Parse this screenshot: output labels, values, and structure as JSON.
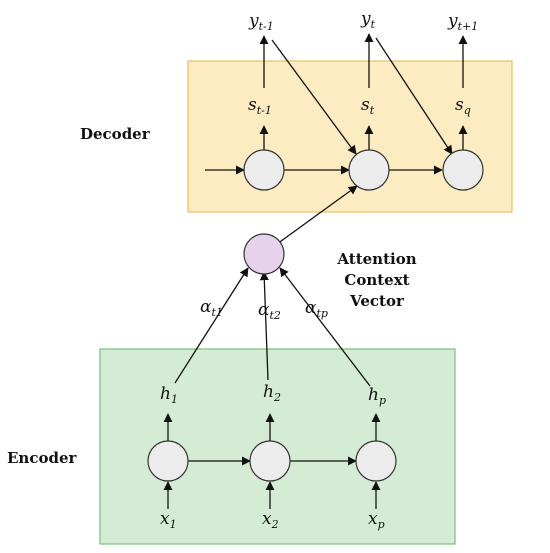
{
  "decoder": {
    "label": "Decoder",
    "fill": "#fdecc2",
    "stroke": "#e8c061",
    "outputs": [
      {
        "base": "y",
        "sub": "t-1"
      },
      {
        "base": "y",
        "sub": "t"
      },
      {
        "base": "y",
        "sub": "t+1"
      }
    ],
    "states": [
      {
        "base": "s",
        "sub": "t-1"
      },
      {
        "base": "s",
        "sub": "t"
      },
      {
        "base": "s",
        "sub": "q"
      }
    ]
  },
  "encoder": {
    "label": "Encoder",
    "fill": "#d4ecd4",
    "stroke": "#7cbf7c",
    "hidden": [
      {
        "base": "h",
        "sub": "1"
      },
      {
        "base": "h",
        "sub": "2"
      },
      {
        "base": "h",
        "sub": "p"
      }
    ],
    "inputs": [
      {
        "base": "x",
        "sub": "1"
      },
      {
        "base": "x",
        "sub": "2"
      },
      {
        "base": "x",
        "sub": "p"
      }
    ]
  },
  "attention": {
    "label_lines": [
      "Attention",
      "Context",
      "Vector"
    ],
    "node_fill": "#e6d2ea",
    "weights": [
      {
        "base": "α",
        "sub": "t1"
      },
      {
        "base": "α",
        "sub": "t2"
      },
      {
        "base": "α",
        "sub": "tp"
      }
    ]
  },
  "node_fill": "#ececec"
}
